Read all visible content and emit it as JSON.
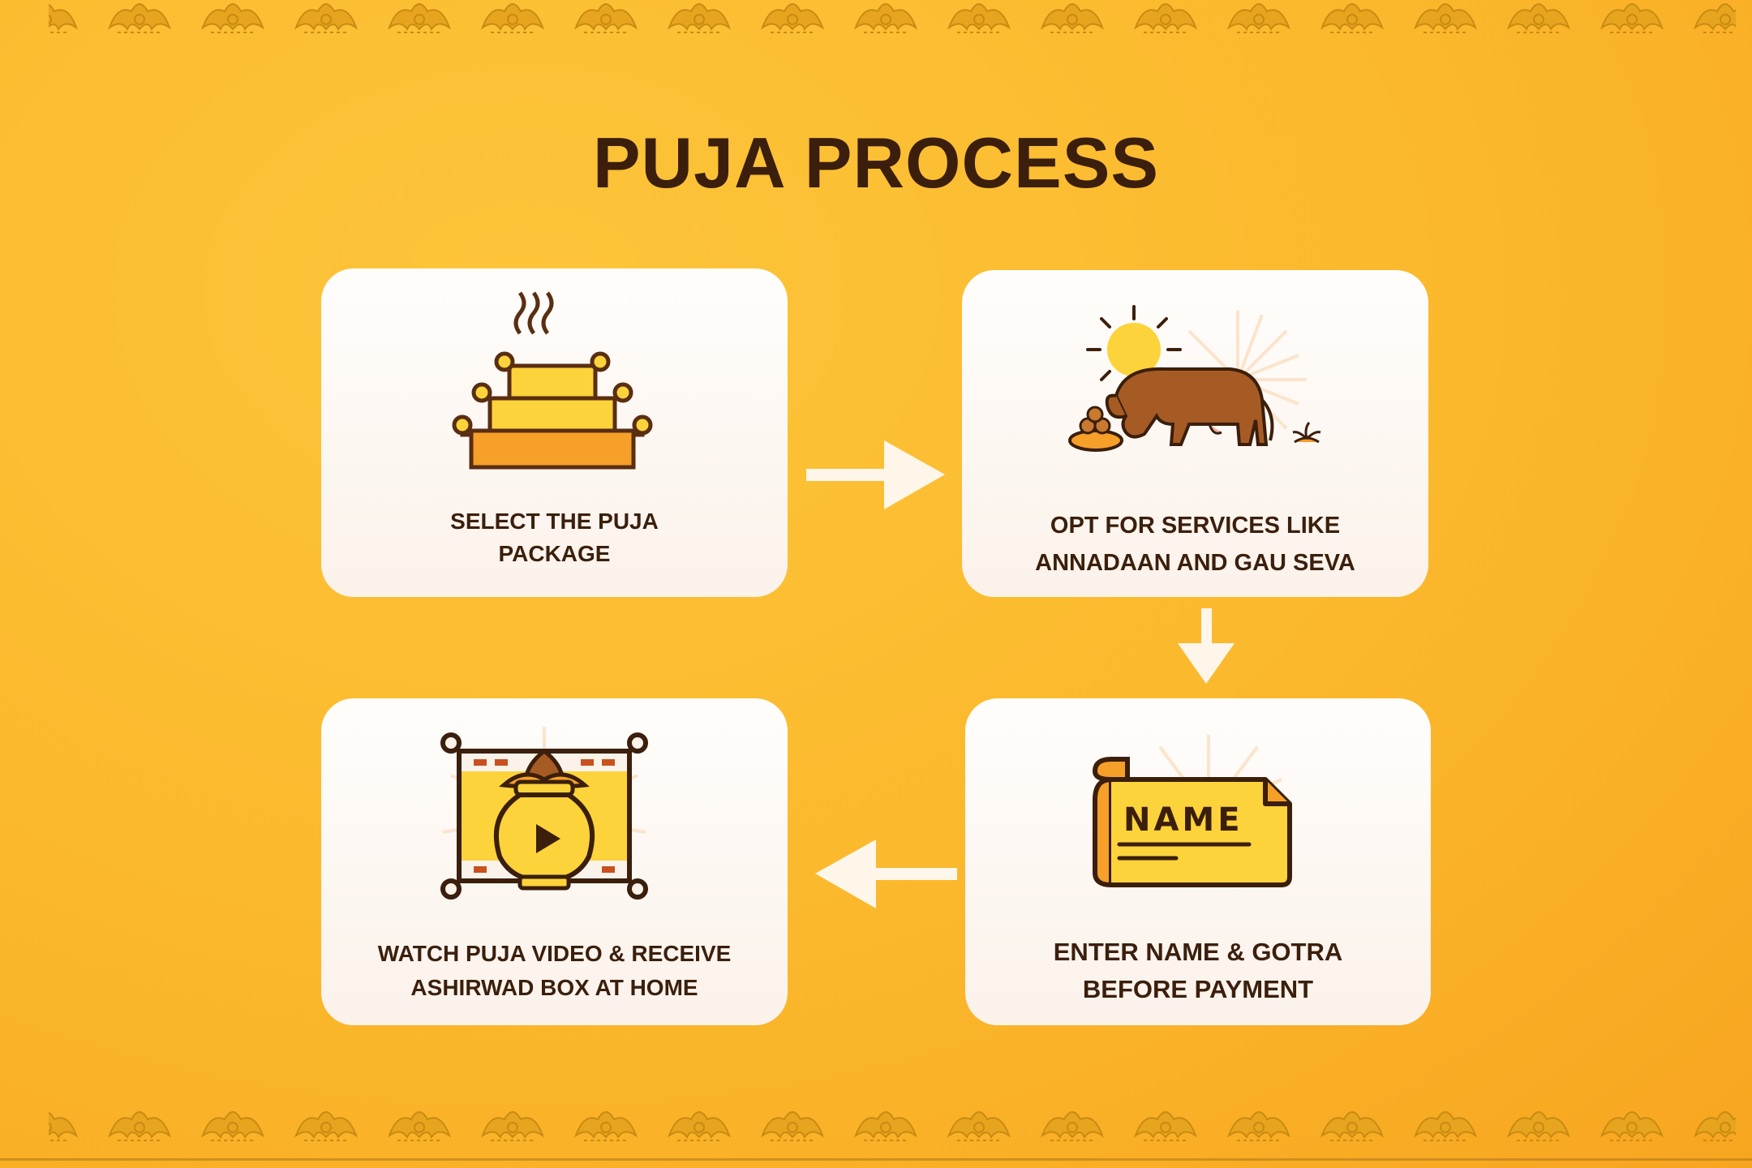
{
  "title": "PUJA PROCESS",
  "colors": {
    "background": "#fbb82c",
    "card": "#fdf7f2",
    "text": "#3b1f0c",
    "icon_yellow": "#fcd33a",
    "icon_orange": "#f6a02a",
    "icon_brown": "#8b4a1e",
    "arrow": "#fff6ea"
  },
  "steps": [
    {
      "label_line1": "SELECT THE PUJA",
      "label_line2": "PACKAGE",
      "icon": "altar-icon"
    },
    {
      "label_line1": "OPT FOR SERVICES LIKE",
      "label_line2": "ANNADAAN AND GAU SEVA",
      "icon": "cow-icon"
    },
    {
      "label_line1": "ENTER NAME & GOTRA",
      "label_line2": "BEFORE PAYMENT",
      "icon": "name-scroll-icon",
      "scroll_text": "NAME"
    },
    {
      "label_line1": "WATCH PUJA VIDEO & RECEIVE",
      "label_line2": "ASHIRWAD BOX AT HOME",
      "icon": "kalash-video-icon"
    }
  ]
}
